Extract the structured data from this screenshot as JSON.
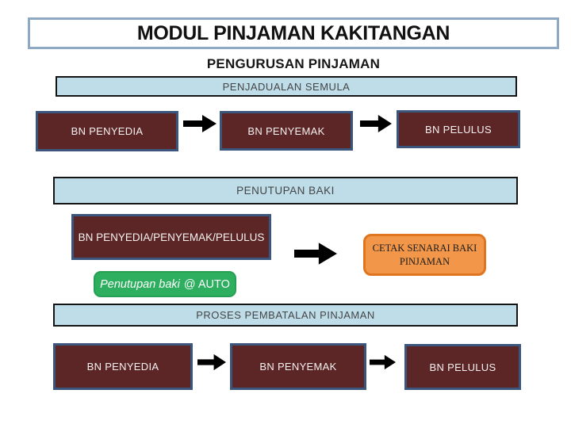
{
  "title": "MODUL PINJAMAN KAKITANGAN",
  "subtitle": "PENGURUSAN PINJAMAN",
  "sections": {
    "penjadualan": {
      "header": "PENJADUALAN SEMULA",
      "steps": [
        "BN PENYEDIA",
        "BN PENYEMAK",
        "BN PELULUS"
      ]
    },
    "penutupan": {
      "header": "PENUTUPAN BAKI",
      "actor": "BN PENYEDIA/PENYEMAK/PELULUS",
      "print_output_line1": "CETAK SENARAI BAKI",
      "print_output_line2": "PINJAMAN",
      "note_script": "Penutupan baki",
      "note_suffix": "@ AUTO"
    },
    "pembatalan": {
      "header": "PROSES PEMBATALAN PINJAMAN",
      "steps": [
        "BN PENYEDIA",
        "BN PENYEMAK",
        "BN PELULUS"
      ]
    }
  },
  "colors": {
    "step_fill": "#5c2626",
    "step_border": "#3a567c",
    "header_bar_fill": "#bedde9",
    "header_bar_border": "#141414",
    "title_border": "#8ea9c4",
    "print_fill": "#f29649",
    "print_border": "#e0751f",
    "note_fill": "#2daf5f",
    "arrow": "#000000"
  }
}
